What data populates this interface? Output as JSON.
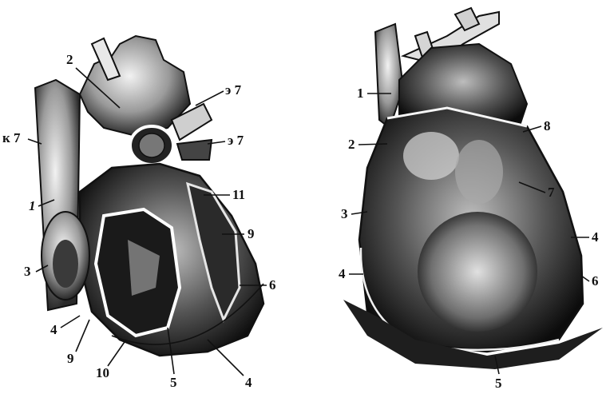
{
  "left_figure": {
    "labels": {
      "n1": "1",
      "n2": "2",
      "n3": "3",
      "n4a": "4",
      "n4b": "4",
      "n5": "5",
      "n6": "6",
      "n7a": "к 7",
      "n7b": "э 7",
      "n7c": "э 7",
      "n9a": "9",
      "n9b": "9",
      "n10": "10",
      "n11": "11"
    }
  },
  "right_figure": {
    "labels": {
      "n1": "1",
      "n2": "2",
      "n3": "3",
      "n4a": "4",
      "n4b": "4",
      "n5": "5",
      "n6": "6",
      "n7": "7",
      "n8": "8"
    }
  },
  "colors": {
    "ink": "#111111",
    "paper": "#ffffff",
    "shade": "#3a3a3a"
  }
}
